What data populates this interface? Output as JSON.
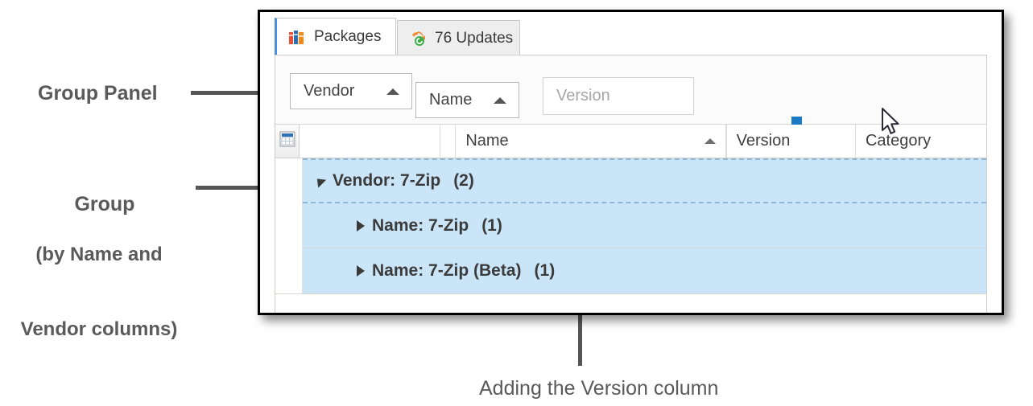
{
  "annotations": {
    "group_panel": "Group Panel",
    "group_title": "Group",
    "group_sub1": "(by Name and",
    "group_sub2": "Vendor columns)",
    "caption": "Adding the Version column"
  },
  "window": {
    "tabs": [
      {
        "label": "Packages",
        "icon": "books-icon",
        "active": true
      },
      {
        "label": "76 Updates",
        "icon": "refresh-arrows-icon",
        "active": false
      }
    ]
  },
  "group_panel": {
    "chips": [
      {
        "label": "Vendor",
        "sort": "ascending",
        "sort_icon": "sort-ascending-icon"
      },
      {
        "label": "Name",
        "sort": "ascending",
        "sort_icon": "sort-ascending-icon"
      }
    ],
    "drop_target": {
      "label": "Version",
      "is_placeholder": true,
      "indicator_top_icon": "arrow-down-icon",
      "indicator_bottom_icon": "arrow-up-icon",
      "indicator_color": "#1b7ac4"
    }
  },
  "grid": {
    "select_all_icon": "grid-select-all-icon",
    "columns": [
      {
        "label": "",
        "name": "select-all"
      },
      {
        "label": "",
        "name": "blank-1"
      },
      {
        "label": "",
        "name": "blank-2"
      },
      {
        "label": "Name",
        "name": "name",
        "sort": "ascending",
        "sort_icon": "sort-ascending-icon"
      },
      {
        "label": "Version",
        "name": "version"
      },
      {
        "label": "Category",
        "name": "category"
      }
    ],
    "rows": [
      {
        "field": "Vendor",
        "value": "7-Zip",
        "text": "Vendor: 7-Zip",
        "count": "(2)",
        "level": 0,
        "expanded": true,
        "selected": true
      },
      {
        "field": "Name",
        "value": "7-Zip",
        "text": "Name: 7-Zip",
        "count": "(1)",
        "level": 1,
        "expanded": false,
        "selected": true
      },
      {
        "field": "Name",
        "value": "7-Zip (Beta)",
        "text": "Name: 7-Zip (Beta)",
        "count": "(1)",
        "level": 1,
        "expanded": false,
        "selected": true
      }
    ]
  },
  "colors": {
    "selection": "#cbe5f8",
    "tab_accent": "#4a90d9",
    "drop_indicator": "#1b7ac4",
    "annotation_text": "#5a5a5a"
  },
  "cursor": {
    "icon": "mouse-pointer-icon"
  }
}
